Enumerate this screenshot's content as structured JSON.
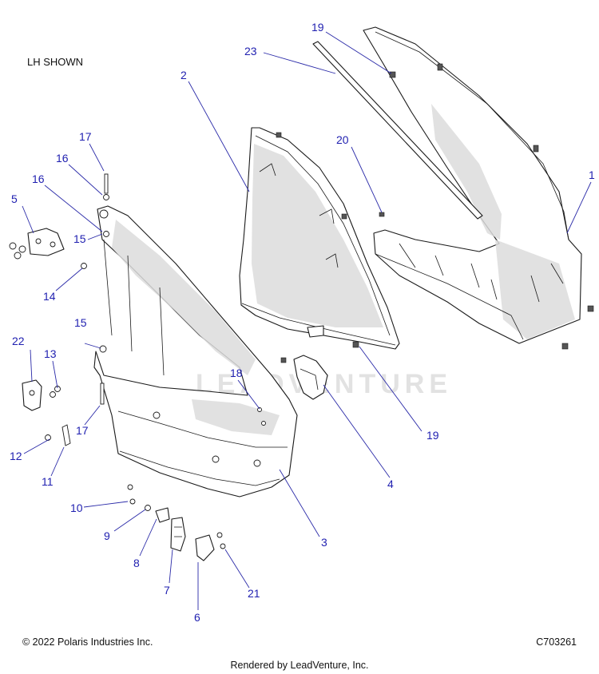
{
  "header": {
    "view_note": "LH SHOWN"
  },
  "watermark": "LEADVENTURE",
  "callouts": [
    "1",
    "2",
    "3",
    "4",
    "5",
    "6",
    "7",
    "8",
    "9",
    "10",
    "11",
    "12",
    "13",
    "14",
    "15",
    "15",
    "16",
    "16",
    "17",
    "17",
    "18",
    "19",
    "19",
    "20",
    "21",
    "22",
    "23"
  ],
  "footer": {
    "copyright": "© 2022 Polaris Industries Inc.",
    "diagram_code": "C703261",
    "rendered_by": "Rendered by LeadVenture, Inc."
  },
  "colors": {
    "callout": "#1f1fb0",
    "leader": "#2a2aa8",
    "line": "#1a1a1a"
  }
}
